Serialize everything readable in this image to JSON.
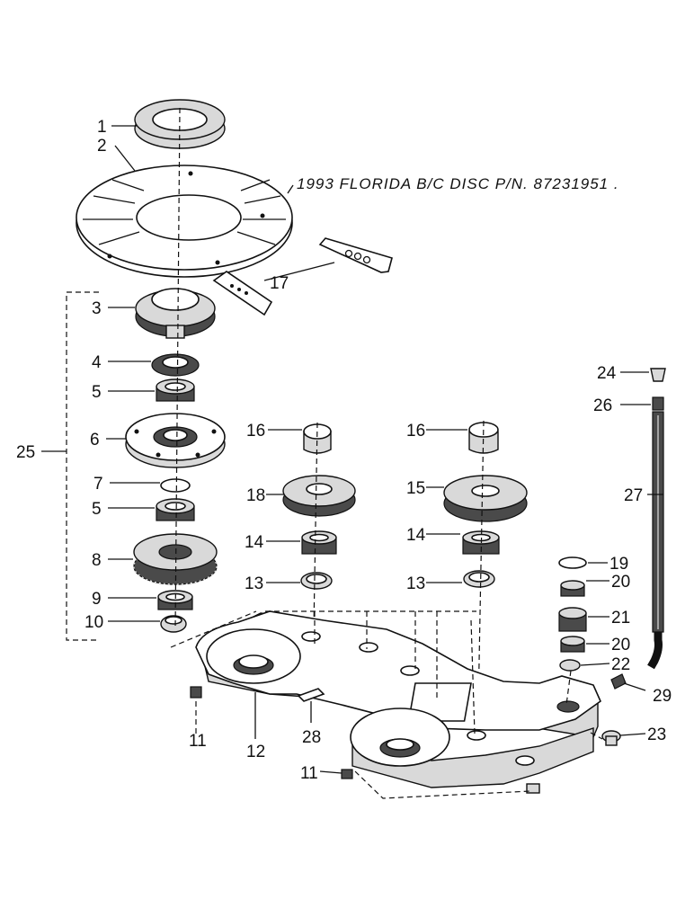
{
  "note": "1993  FLORIDA B/C  DISC  P/N. 87231951 .",
  "labels": {
    "p1": "1",
    "p2": "2",
    "p3": "3",
    "p4": "4",
    "p5a": "5",
    "p5b": "5",
    "p6": "6",
    "p7": "7",
    "p8": "8",
    "p9": "9",
    "p10": "10",
    "p11a": "11",
    "p11b": "11",
    "p12": "12",
    "p13a": "13",
    "p13b": "13",
    "p14a": "14",
    "p14b": "14",
    "p15": "15",
    "p16a": "16",
    "p16b": "16",
    "p17": "17",
    "p18": "18",
    "p19": "19",
    "p20a": "20",
    "p20b": "20",
    "p21": "21",
    "p22": "22",
    "p23": "23",
    "p24": "24",
    "p25": "25",
    "p26": "26",
    "p27": "27",
    "p28": "28",
    "p29": "29"
  },
  "colors": {
    "ink": "#111111",
    "paper": "#ffffff",
    "shade": "#d9d9d9"
  }
}
